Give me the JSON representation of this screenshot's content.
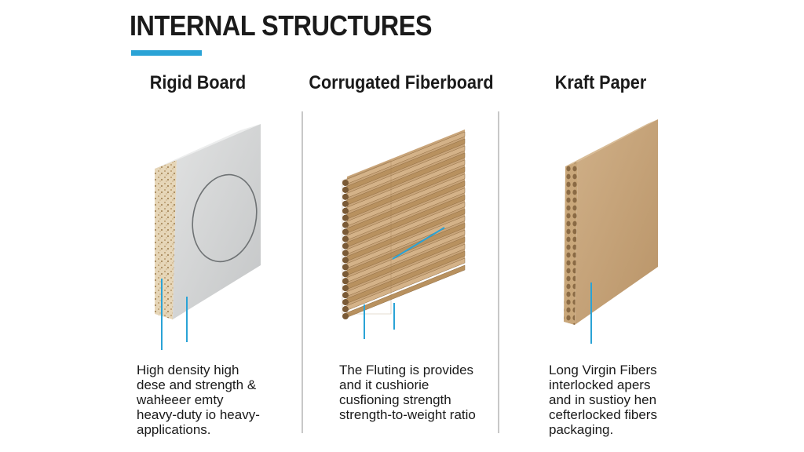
{
  "title": "INTERNAL STRUCTURES",
  "accent_color": "#2aa3d6",
  "columns": [
    {
      "heading": "Rigid Board",
      "description_lines": [
        "High density high",
        "dese and strength &",
        "wahłeeer emty",
        "heavy-duty io heavy-",
        "applications."
      ]
    },
    {
      "heading": "Corrugated Fiberboard",
      "description_lines": [
        "The Fluting is provides",
        "and it cushiorie",
        "cusfioning strength",
        "strength-to-weight ratio"
      ]
    },
    {
      "heading": "Kraft Paper",
      "description_lines": [
        "Long Virgin Fibers",
        "interlocked apers",
        "and in sustioy hen",
        "cefterlocked fibers",
        "packaging."
      ]
    }
  ]
}
